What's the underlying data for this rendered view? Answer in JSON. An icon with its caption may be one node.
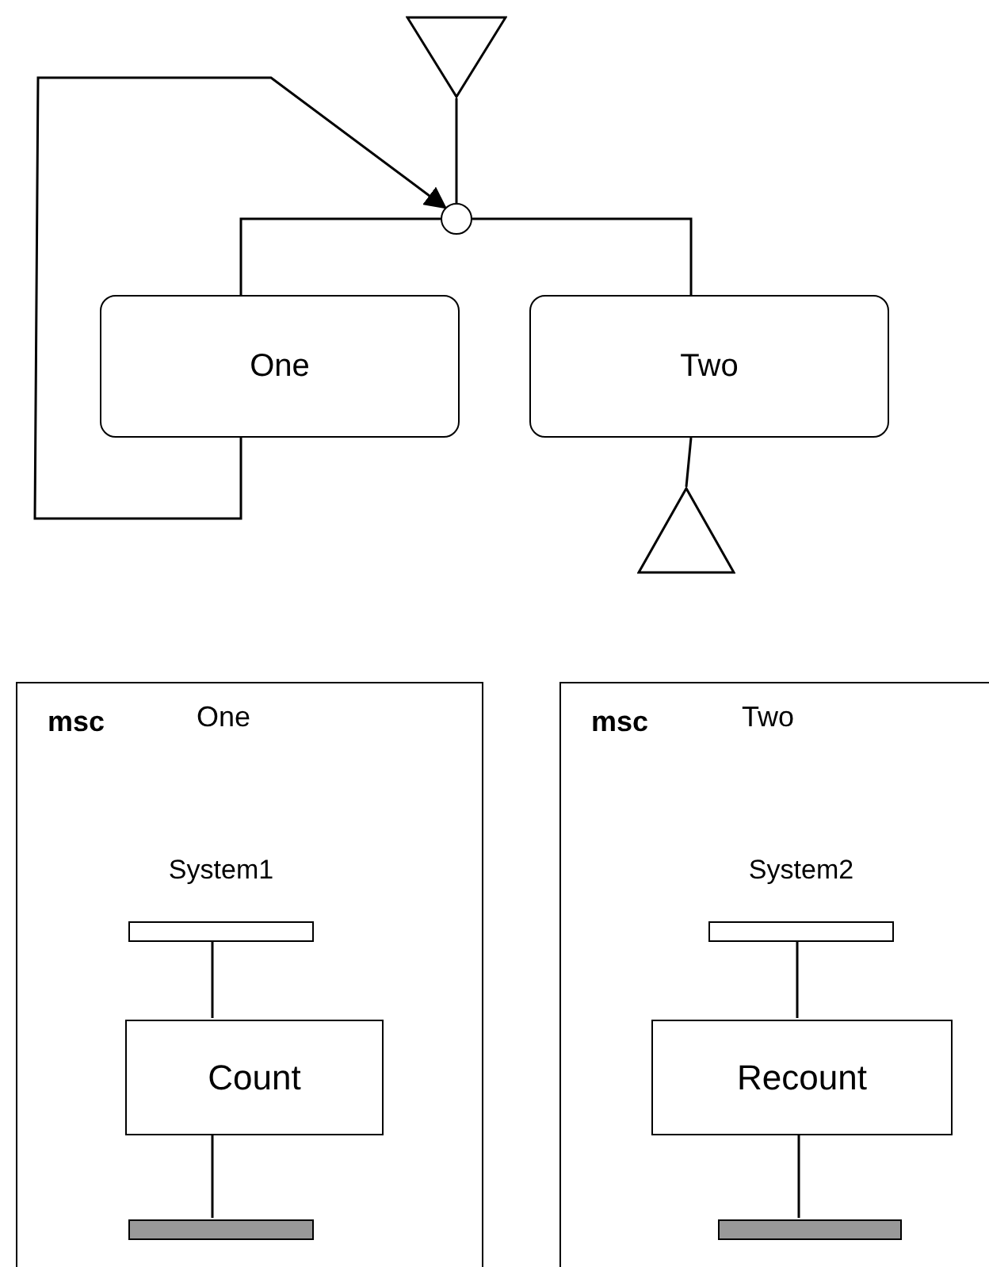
{
  "diagram": {
    "nodes": [
      {
        "text": [],
        "shape": "triangle"
      },
      {
        "text": [],
        "shape": "circle"
      },
      {
        "text": [
          "One"
        ]
      },
      {
        "text": [
          "Two"
        ]
      },
      {
        "text": [],
        "shape": "triangle"
      },
      {
        "text": [
          "msc",
          "One"
        ]
      },
      {
        "text": [
          "System1"
        ],
        "in": 5
      },
      {
        "text": [
          "Count"
        ],
        "in": 5
      },
      {
        "text": [],
        "shape": "bar",
        "in": 5
      },
      {
        "text": [
          "msc",
          "Two"
        ]
      },
      {
        "text": [
          "System2"
        ],
        "in": 9
      },
      {
        "text": [
          "Recount"
        ],
        "in": 9
      },
      {
        "text": [],
        "shape": "bar",
        "in": 9
      }
    ],
    "edges": [
      {
        "from": 0,
        "to": 1,
        "arrow": "none"
      },
      {
        "from": 1,
        "to": 2,
        "arrow": "none"
      },
      {
        "from": 1,
        "to": 3,
        "arrow": "none"
      },
      {
        "from": 2,
        "to": 1,
        "arrow": "to"
      },
      {
        "from": 3,
        "to": 4,
        "arrow": "none"
      },
      {
        "from": 6,
        "to": 7,
        "arrow": "none"
      },
      {
        "from": 7,
        "to": 8,
        "arrow": "none"
      },
      {
        "from": 10,
        "to": 11,
        "arrow": "none"
      },
      {
        "from": 11,
        "to": 12,
        "arrow": "none"
      }
    ]
  }
}
